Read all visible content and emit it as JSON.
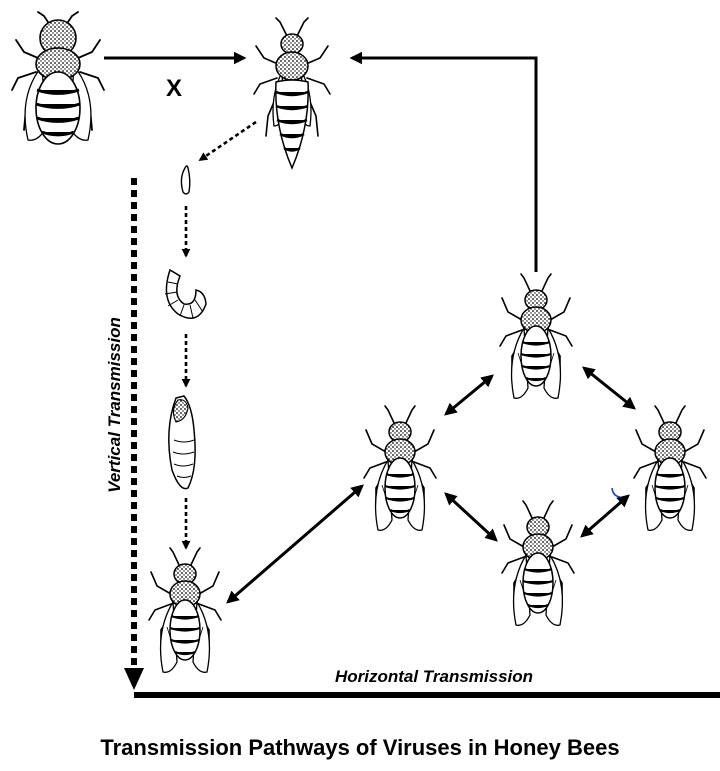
{
  "title": "Transmission Pathways of Viruses in Honey Bees",
  "labels": {
    "vertical": "Vertical Transmission",
    "horizontal": "Horizontal Transmission",
    "blocked_marker": "X"
  },
  "stages": {
    "drone": "drone-icon",
    "queen": "queen-icon",
    "egg": "egg-icon",
    "larva": "larva-icon",
    "pupa": "pupa-icon",
    "emerged_worker": "worker-bee-icon",
    "colony_workers": [
      "worker-bee-icon",
      "worker-bee-icon",
      "worker-bee-icon",
      "worker-bee-icon"
    ]
  },
  "colors": {
    "ink": "#000000",
    "background": "#ffffff",
    "stray_mark": "#1f3fc8"
  }
}
